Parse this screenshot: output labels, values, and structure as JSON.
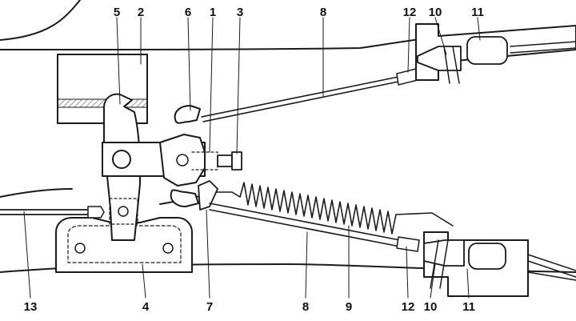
{
  "figure": {
    "callouts": [
      {
        "id": "c5",
        "text": "5"
      },
      {
        "id": "c2",
        "text": "2"
      },
      {
        "id": "c6",
        "text": "6"
      },
      {
        "id": "c1",
        "text": "1"
      },
      {
        "id": "c3",
        "text": "3"
      },
      {
        "id": "c8t",
        "text": "8"
      },
      {
        "id": "c12t",
        "text": "12"
      },
      {
        "id": "c10t",
        "text": "10"
      },
      {
        "id": "c11t",
        "text": "11"
      },
      {
        "id": "c13",
        "text": "13"
      },
      {
        "id": "c4",
        "text": "4"
      },
      {
        "id": "c7",
        "text": "7"
      },
      {
        "id": "c8b",
        "text": "8"
      },
      {
        "id": "c9",
        "text": "9"
      },
      {
        "id": "c12b",
        "text": "12"
      },
      {
        "id": "c10b",
        "text": "10"
      },
      {
        "id": "c11b",
        "text": "11"
      }
    ]
  },
  "colors": {
    "ink": "#1a1a1a",
    "paper": "#ffffff",
    "hatch": "#555555"
  }
}
